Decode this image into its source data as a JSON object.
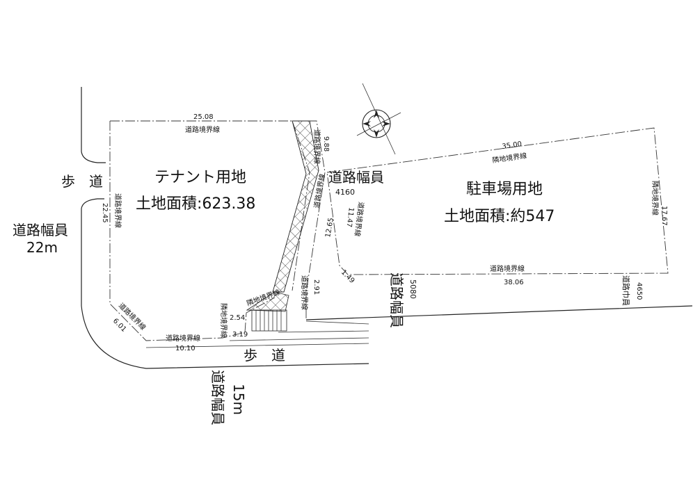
{
  "tenant": {
    "name": "テナント用地",
    "area": "土地面積:623.38"
  },
  "parking": {
    "name": "駐車場用地",
    "area": "土地面積:約547"
  },
  "roads": {
    "west_sidewalk": "歩　道",
    "south_sidewalk": "歩　道",
    "west_width_label": "道路幅員",
    "west_width_value": "22m",
    "south_width_label": "道路幅員",
    "south_width_value": "15m",
    "mid_width_label": "道路幅員",
    "mid_width_value": "4160",
    "east_width_label": "道路幅員",
    "east_width_value": "5080",
    "far_east_width_label": "道路巾員",
    "far_east_width_value": "4650"
  },
  "dims": {
    "top": "25.08",
    "west": "22.45",
    "southwest_corner": "6.01",
    "south": "10.10",
    "south_step": "3.19",
    "south_step2": "2.54",
    "east_diag": "12.65",
    "east_diag_upper": "9.88",
    "short_east": "2.91",
    "mid": "11.47",
    "mid_small": "1.49",
    "parking_top": "35.00",
    "parking_east": "17.67",
    "parking_bottom": "38.06"
  },
  "boundary": {
    "road": "道路境界線",
    "neighbor": "隣地境界線"
  }
}
